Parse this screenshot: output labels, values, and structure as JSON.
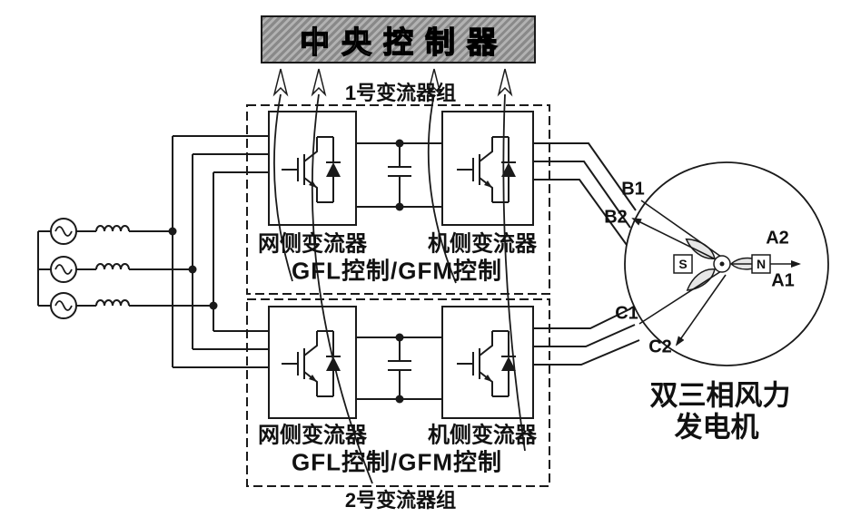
{
  "controller": {
    "label": "中央控制器"
  },
  "groups": [
    {
      "title": "1号变流器组",
      "grid_converter": "网侧变流器",
      "machine_converter": "机侧变流器",
      "control": "GFL控制/GFM控制"
    },
    {
      "title": "2号变流器组",
      "grid_converter": "网侧变流器",
      "machine_converter": "机侧变流器",
      "control": "GFL控制/GFM控制"
    }
  ],
  "generator": {
    "caption_line1": "双三相风力",
    "caption_line2": "发电机",
    "terminals": {
      "a1": "A1",
      "a2": "A2",
      "b1": "B1",
      "b2": "B2",
      "c1": "C1",
      "c2": "C2"
    },
    "poles": {
      "s": "S",
      "n": "N"
    }
  },
  "colors": {
    "line": "#1a1a1a",
    "controller_bg": "#9e9e9e"
  }
}
